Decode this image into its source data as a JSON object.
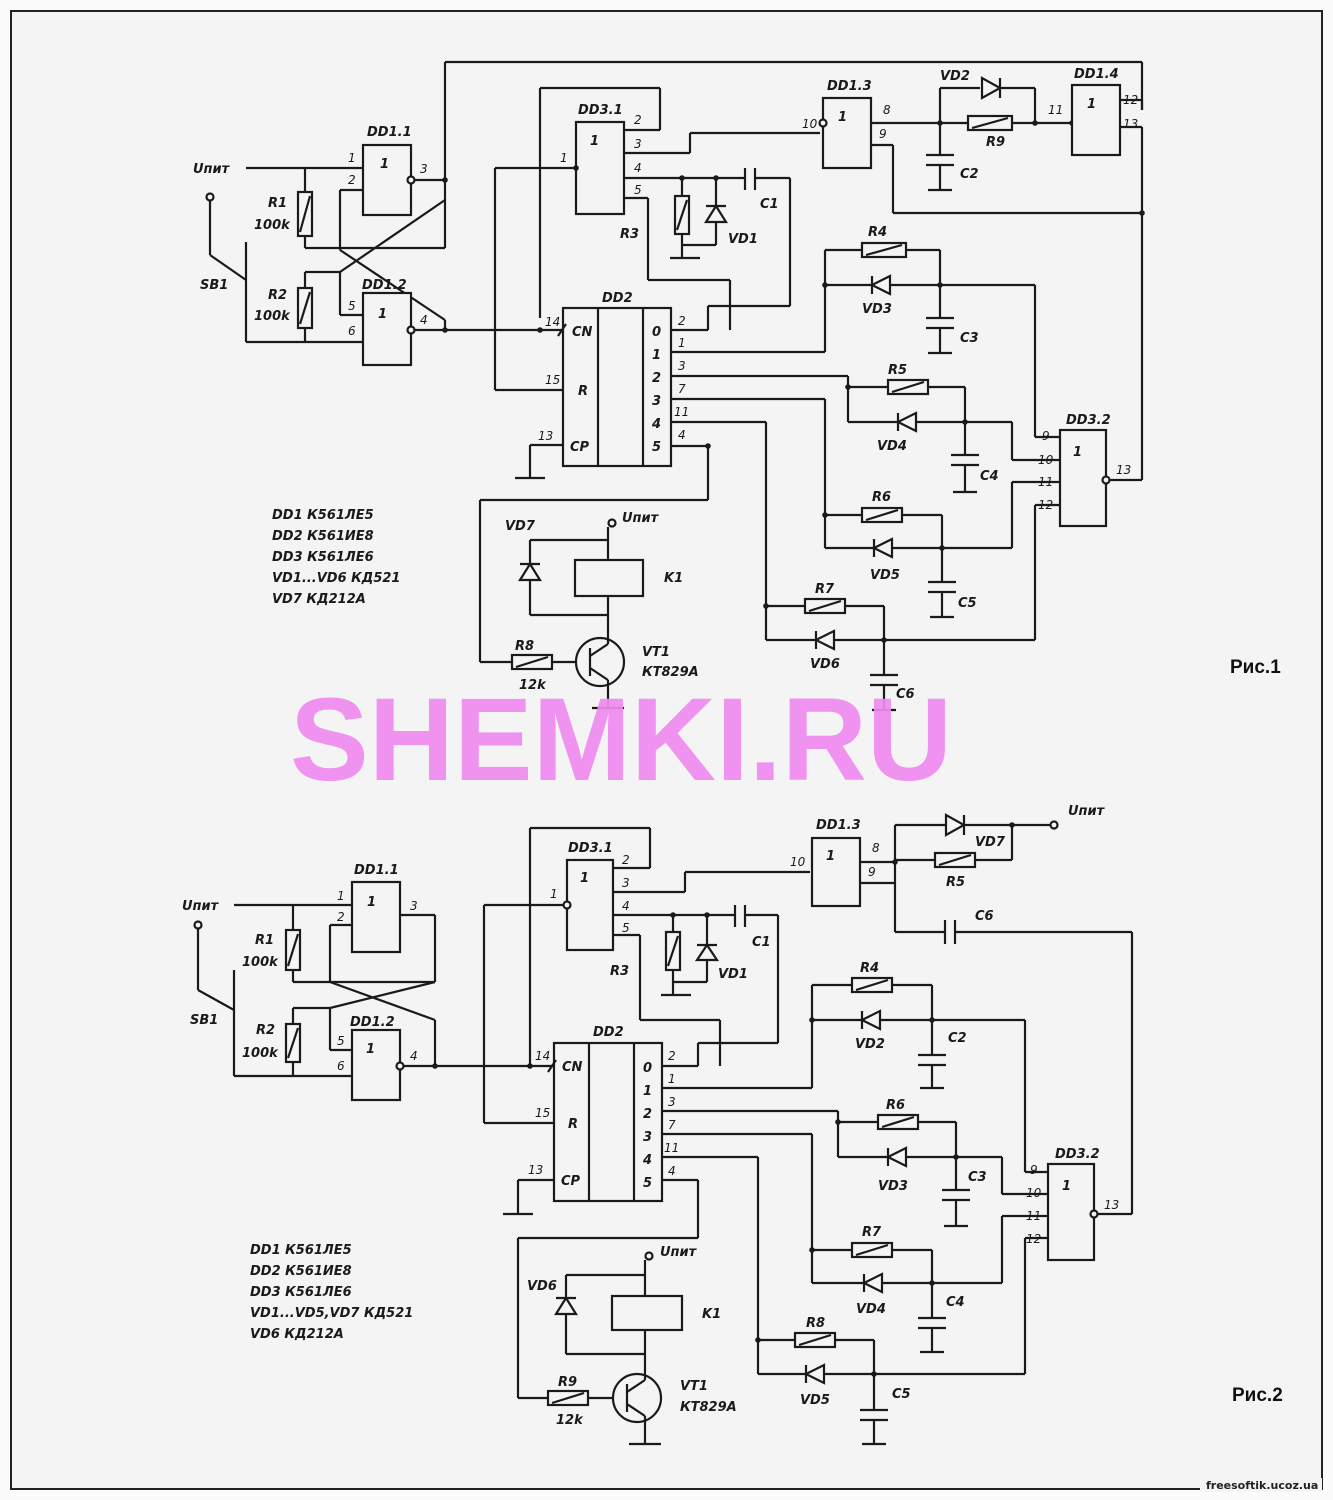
{
  "watermark": "SHEMKI.RU",
  "site": "freesoftik.ucoz.ua",
  "fig1": {
    "caption": "Рис.1",
    "supply": "Uпит",
    "supply2": "Uпит",
    "sb": "SB1",
    "r1": "R1",
    "r1v": "100k",
    "r2": "R2",
    "r2v": "100k",
    "r3": "R3",
    "r4": "R4",
    "r5": "R5",
    "r6": "R6",
    "r7": "R7",
    "r8": "R8",
    "r8v": "12k",
    "r9": "R9",
    "c1": "C1",
    "c2": "C2",
    "c3": "C3",
    "c4": "C4",
    "c5": "C5",
    "c6": "C6",
    "vd1": "VD1",
    "vd2": "VD2",
    "vd3": "VD3",
    "vd4": "VD4",
    "vd5": "VD5",
    "vd6": "VD6",
    "vd7": "VD7",
    "dd11": "DD1.1",
    "dd12": "DD1.2",
    "dd13": "DD1.3",
    "dd14": "DD1.4",
    "dd31": "DD3.1",
    "dd32": "DD3.2",
    "dd2": "DD2",
    "k1": "K1",
    "vt1": "VT1",
    "vt1m": "КТ829А",
    "legend": [
      "DD1 К561ЛЕ5",
      "DD2 К561ИЕ8",
      "DD3 К561ЛЕ6",
      "VD1...VD6 КД521",
      "VD7 КД212А"
    ]
  },
  "fig2": {
    "caption": "Рис.2",
    "supply": "Uпит",
    "supply2": "Uпит",
    "supply3": "Uпит",
    "sb": "SB1",
    "r1": "R1",
    "r1v": "100k",
    "r2": "R2",
    "r2v": "100k",
    "r3": "R3",
    "r4": "R4",
    "r5": "R5",
    "r6": "R6",
    "r7": "R7",
    "r8": "R8",
    "r9": "R9",
    "r9v": "12k",
    "c1": "C1",
    "c2": "C2",
    "c3": "C3",
    "c4": "C4",
    "c5": "C5",
    "c6": "C6",
    "vd1": "VD1",
    "vd2": "VD2",
    "vd3": "VD3",
    "vd4": "VD4",
    "vd5": "VD5",
    "vd6": "VD6",
    "vd7": "VD7",
    "dd11": "DD1.1",
    "dd12": "DD1.2",
    "dd13": "DD1.3",
    "dd31": "DD3.1",
    "dd32": "DD3.2",
    "dd2": "DD2",
    "k1": "K1",
    "vt1": "VT1",
    "vt1m": "КТ829А",
    "legend": [
      "DD1 К561ЛЕ5",
      "DD2 К561ИЕ8",
      "DD3 К561ЛЕ6",
      "VD1...VD5,VD7 КД521",
      "VD6 КД212А"
    ]
  },
  "pins": {
    "one": "1",
    "two": "2",
    "three": "3",
    "four": "4",
    "five": "5",
    "six": "6",
    "seven": "7",
    "eight": "8",
    "nine": "9",
    "ten": "10",
    "eleven": "11",
    "twelve": "12",
    "thirteen": "13",
    "fourteen": "14",
    "fifteen": "15",
    "zero": "0",
    "cn": "CN",
    "r": "R",
    "cp": "CP"
  }
}
